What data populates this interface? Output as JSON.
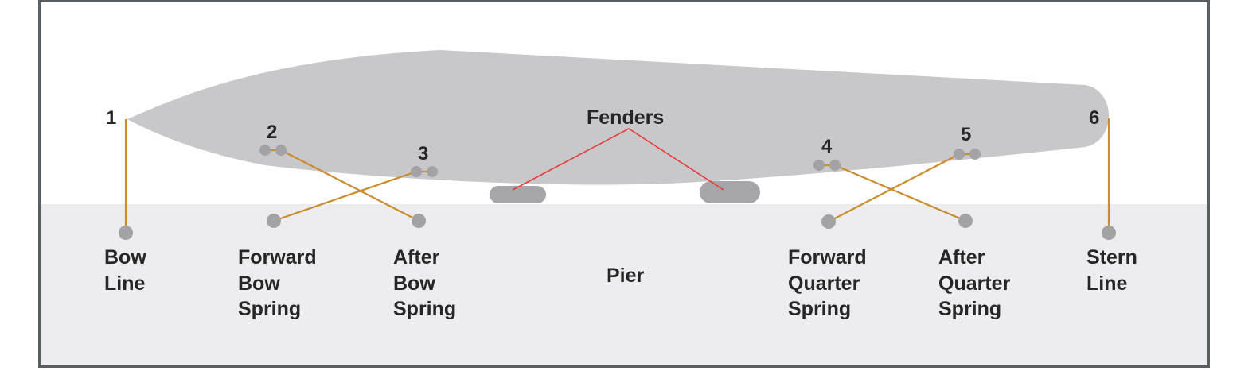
{
  "diagram": {
    "colors": {
      "background": "#ffffff",
      "pier": "#ededf0",
      "hull": "#c8c7c9",
      "cleat": "#a3a3a5",
      "fender": "#a6a6a8",
      "line": "#c98d2c",
      "fender_pointer": "#e83a3a",
      "border": "#5a5e60",
      "text": "#262626"
    },
    "fenders_label": "Fenders",
    "pier_label": "Pier",
    "numbers": [
      "1",
      "2",
      "3",
      "4",
      "5",
      "6"
    ],
    "lines": [
      {
        "id": "bow-line",
        "label": [
          "Bow",
          "Line"
        ]
      },
      {
        "id": "forward-bow-spring",
        "label": [
          "Forward",
          "Bow",
          "Spring"
        ]
      },
      {
        "id": "after-bow-spring",
        "label": [
          "After",
          "Bow",
          "Spring"
        ]
      },
      {
        "id": "forward-quarter-spring",
        "label": [
          "Forward",
          "Quarter",
          "Spring"
        ]
      },
      {
        "id": "after-quarter-spring",
        "label": [
          "After",
          "Quarter",
          "Spring"
        ]
      },
      {
        "id": "stern-line",
        "label": [
          "Stern",
          "Line"
        ]
      }
    ]
  }
}
